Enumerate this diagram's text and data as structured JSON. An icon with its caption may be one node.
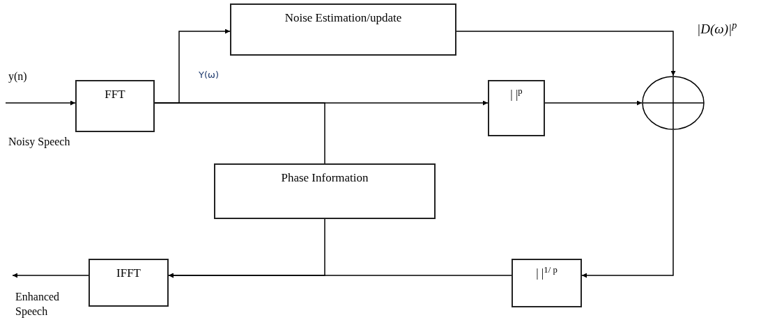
{
  "diagram": {
    "nodes": [
      {
        "text": [
          "FFT"
        ]
      },
      {
        "text": [
          "Noise Estimation/update"
        ]
      },
      {
        "text": [
          "| |$^{p}$"
        ]
      },
      {
        "text": [],
        "shape": "circle"
      },
      {
        "text": [
          "Phase Information"
        ]
      },
      {
        "text": [
          "| |$^{1/ p}$"
        ]
      },
      {
        "text": [
          "IFFT"
        ]
      }
    ],
    "edges": [
      {
        "from": null,
        "to": 0,
        "arrow": "to"
      },
      {
        "from": 0,
        "to": 1,
        "arrow": "to"
      },
      {
        "from": 0,
        "to": 2,
        "arrow": "to"
      },
      {
        "from": 0,
        "to": 4,
        "arrow": "none"
      },
      {
        "from": 1,
        "to": 3,
        "arrow": "to"
      },
      {
        "from": 2,
        "to": 3,
        "arrow": "to"
      },
      {
        "from": 3,
        "to": 5,
        "arrow": "to"
      },
      {
        "from": 5,
        "to": 6,
        "arrow": "to"
      },
      {
        "from": 4,
        "to": 6,
        "arrow": "to"
      },
      {
        "from": 6,
        "to": null,
        "arrow": "to"
      }
    ],
    "labels": [
      "y(n)",
      "Y(ω)",
      "|D(ω)|$^{p}$",
      "Noisy Speech",
      "Enhanced Speech"
    ]
  }
}
